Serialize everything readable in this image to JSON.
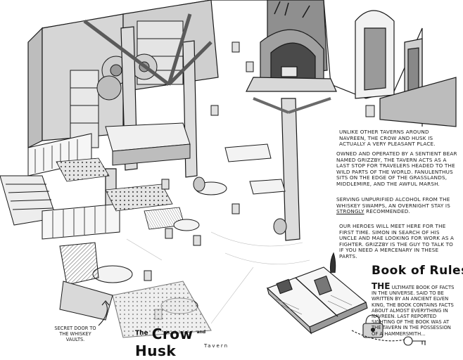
{
  "colors": {
    "ink": "#1a1a1a",
    "paper": "#ffffff",
    "shade": "#9a9a9a",
    "dark_wall": "#6e6e6e"
  },
  "notes": {
    "intro": "Unlike other taverns around Navreen, the Crow and Husk is actually a very pleasant place.",
    "owner": "Owned and operated by a sentient bear named Grizzby, the tavern acts as a last stop for travelers headed to the wild parts of the world. Fanulenthus sits on the edge of the grasslands, Middlemire, and the Awful Marsh.",
    "drinks_a": "Serving unpurified alcohol from the Whiskey Swamps, an overnight stay is",
    "drinks_strong": "strongly",
    "drinks_b": "recommended.",
    "heroes": "Our heroes will meet here for the first time. Simon in search of his uncle and Mae looking for work as a fighter. Grizzby is the guy to talk to if you need a mercenary in these parts."
  },
  "book": {
    "title": "Book of Rules",
    "lead": "The",
    "description": "ultimate book of facts in the universe. Said to be written by an ancient elven king, the book contains facts about almost everything in Navreen. Last reported sighting of the book was at the tavern in the possession of a hammersmith..."
  },
  "secret_door": "Secret door to the Whiskey Vaults.",
  "tavern": {
    "the": "The",
    "word1": "Crow",
    "and": "and",
    "word2": "Husk",
    "sub": "Tavern"
  },
  "icons": [
    "book-icon",
    "padlock-icon",
    "key-icon",
    "curved-arrow-icon"
  ]
}
